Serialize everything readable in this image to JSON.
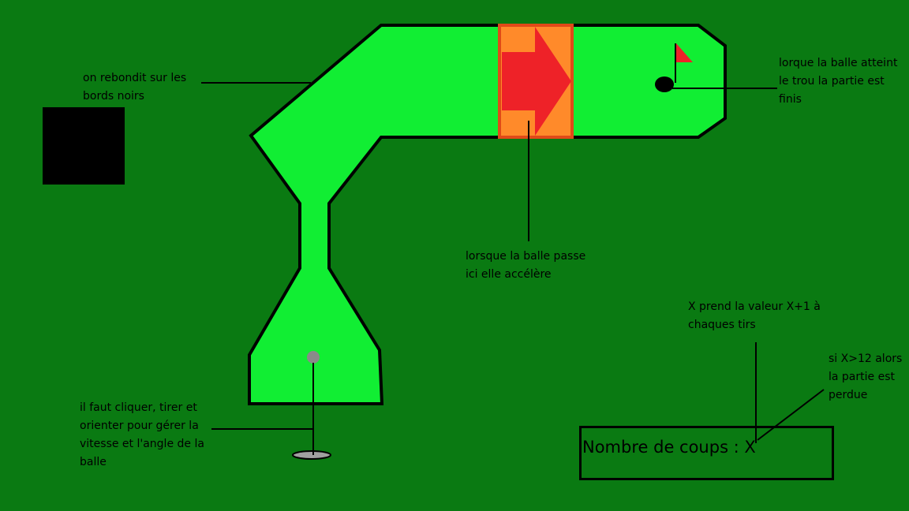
{
  "notes": {
    "bounce": "on rebondit sur les\nbords noirs",
    "hole": "lorque la balle atteint\nle trou la partie est\nfinis",
    "accelerate": "lorsque la balle passe\nici elle accélère",
    "increment": "X prend la valeur X+1 à\nchaques tirs",
    "lose": "si X>12 alors\nla partie est\nperdue",
    "control": "il faut cliquer, tirer et\norienter pour gérer la\nvitesse et l'angle de la\nballe"
  },
  "counter": {
    "label": "Nombre de coups : X"
  },
  "colors": {
    "background": "#0a7a12",
    "fairway": "#11ee33",
    "border": "#000000",
    "accelerator_orange": "#ff8a2a",
    "accelerator_red": "#ee2228",
    "flag": "#ee2228",
    "ball": "#8a8a8a"
  },
  "icons": [
    "flag-icon",
    "hole-icon",
    "ball-icon",
    "accelerator-arrow-icon",
    "tee-marker-icon"
  ]
}
